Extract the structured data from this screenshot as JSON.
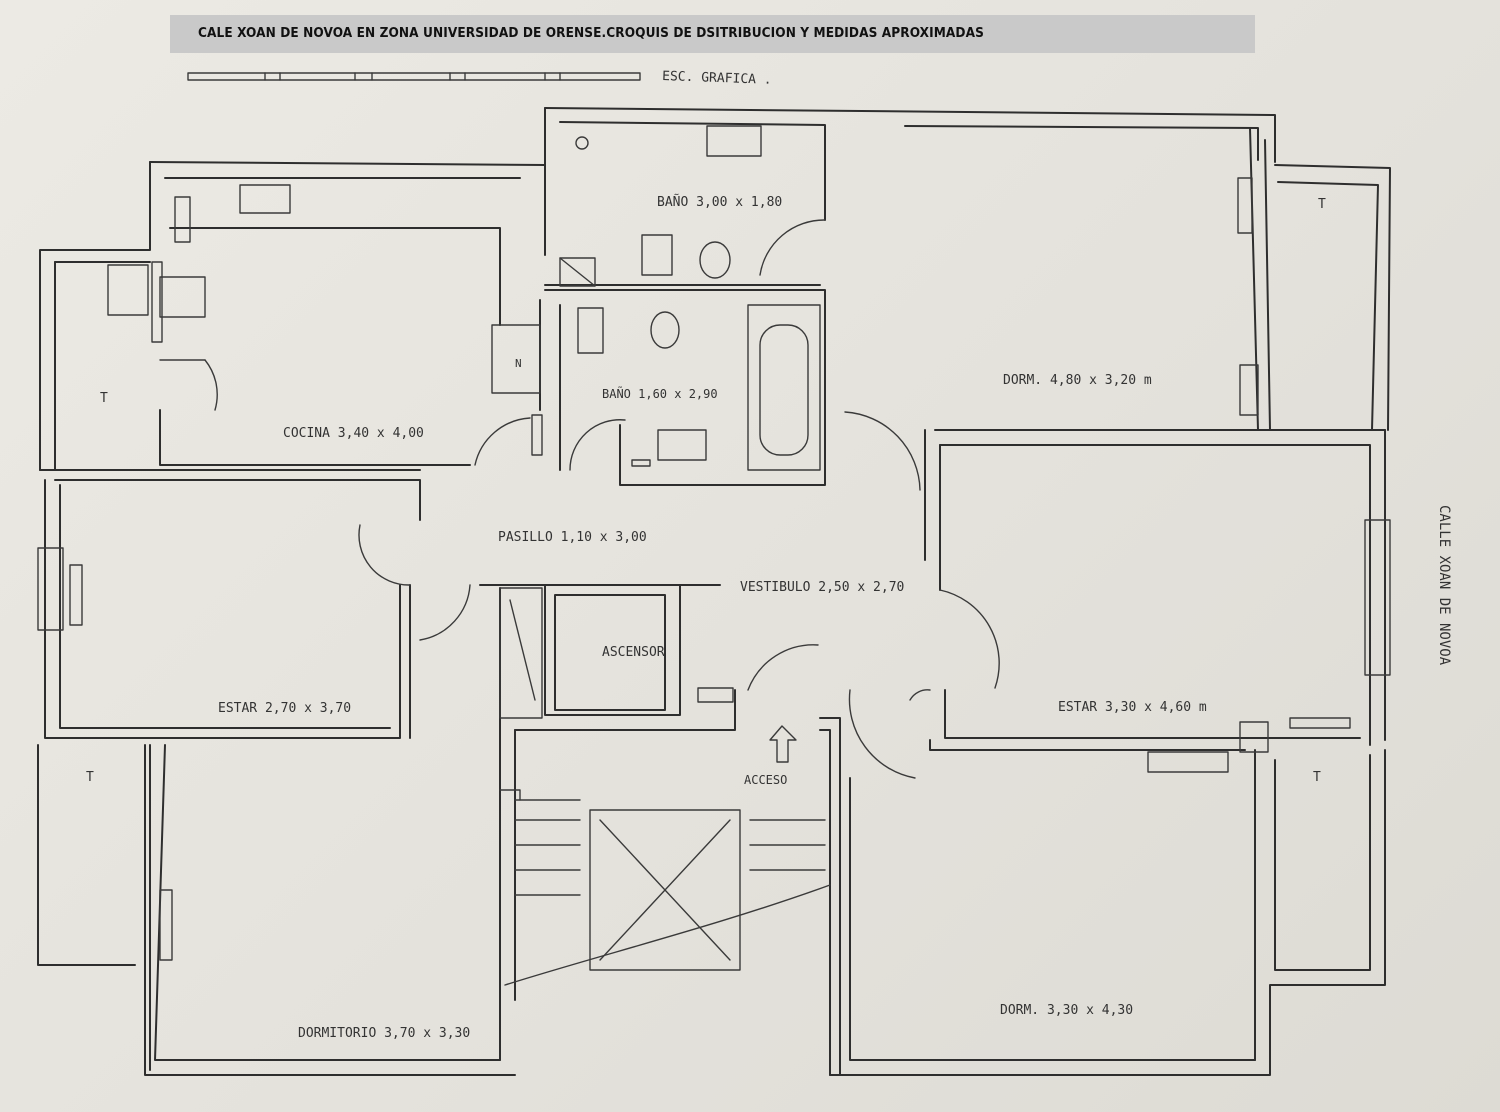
{
  "title": "CALE XOAN DE NOVOA EN ZONA UNIVERSIDAD DE ORENSE.CROQUIS DE DSITRIBUCION Y MEDIDAS APROXIMADAS",
  "scale_label": "ESC. GRAFICA .",
  "street_label": "CALLE XOAN DE NOVOA",
  "rooms": {
    "bano_1": "BAÑO 3,00 x 1,80",
    "dorm_1": "DORM. 4,80 x 3,20 m",
    "cocina": "COCINA 3,40 x 4,00",
    "bano_2": "BAÑO 1,60 x 2,90",
    "pasillo": "PASILLO 1,10 x 3,00",
    "vestibulo": "VESTIBULO 2,50 x 2,70",
    "ascensor": "ASCENSOR",
    "estar_1": "ESTAR 2,70 x 3,70",
    "estar_2": "ESTAR 3,30 x 4,60 m",
    "acceso": "ACCESO",
    "dormitorio": "DORMITORIO 3,70 x 3,30",
    "dorm_2": "DORM. 3,30 x 4,30"
  },
  "terraces": [
    "T",
    "T",
    "T",
    "T"
  ],
  "fixtures": {
    "fridge": "N"
  }
}
